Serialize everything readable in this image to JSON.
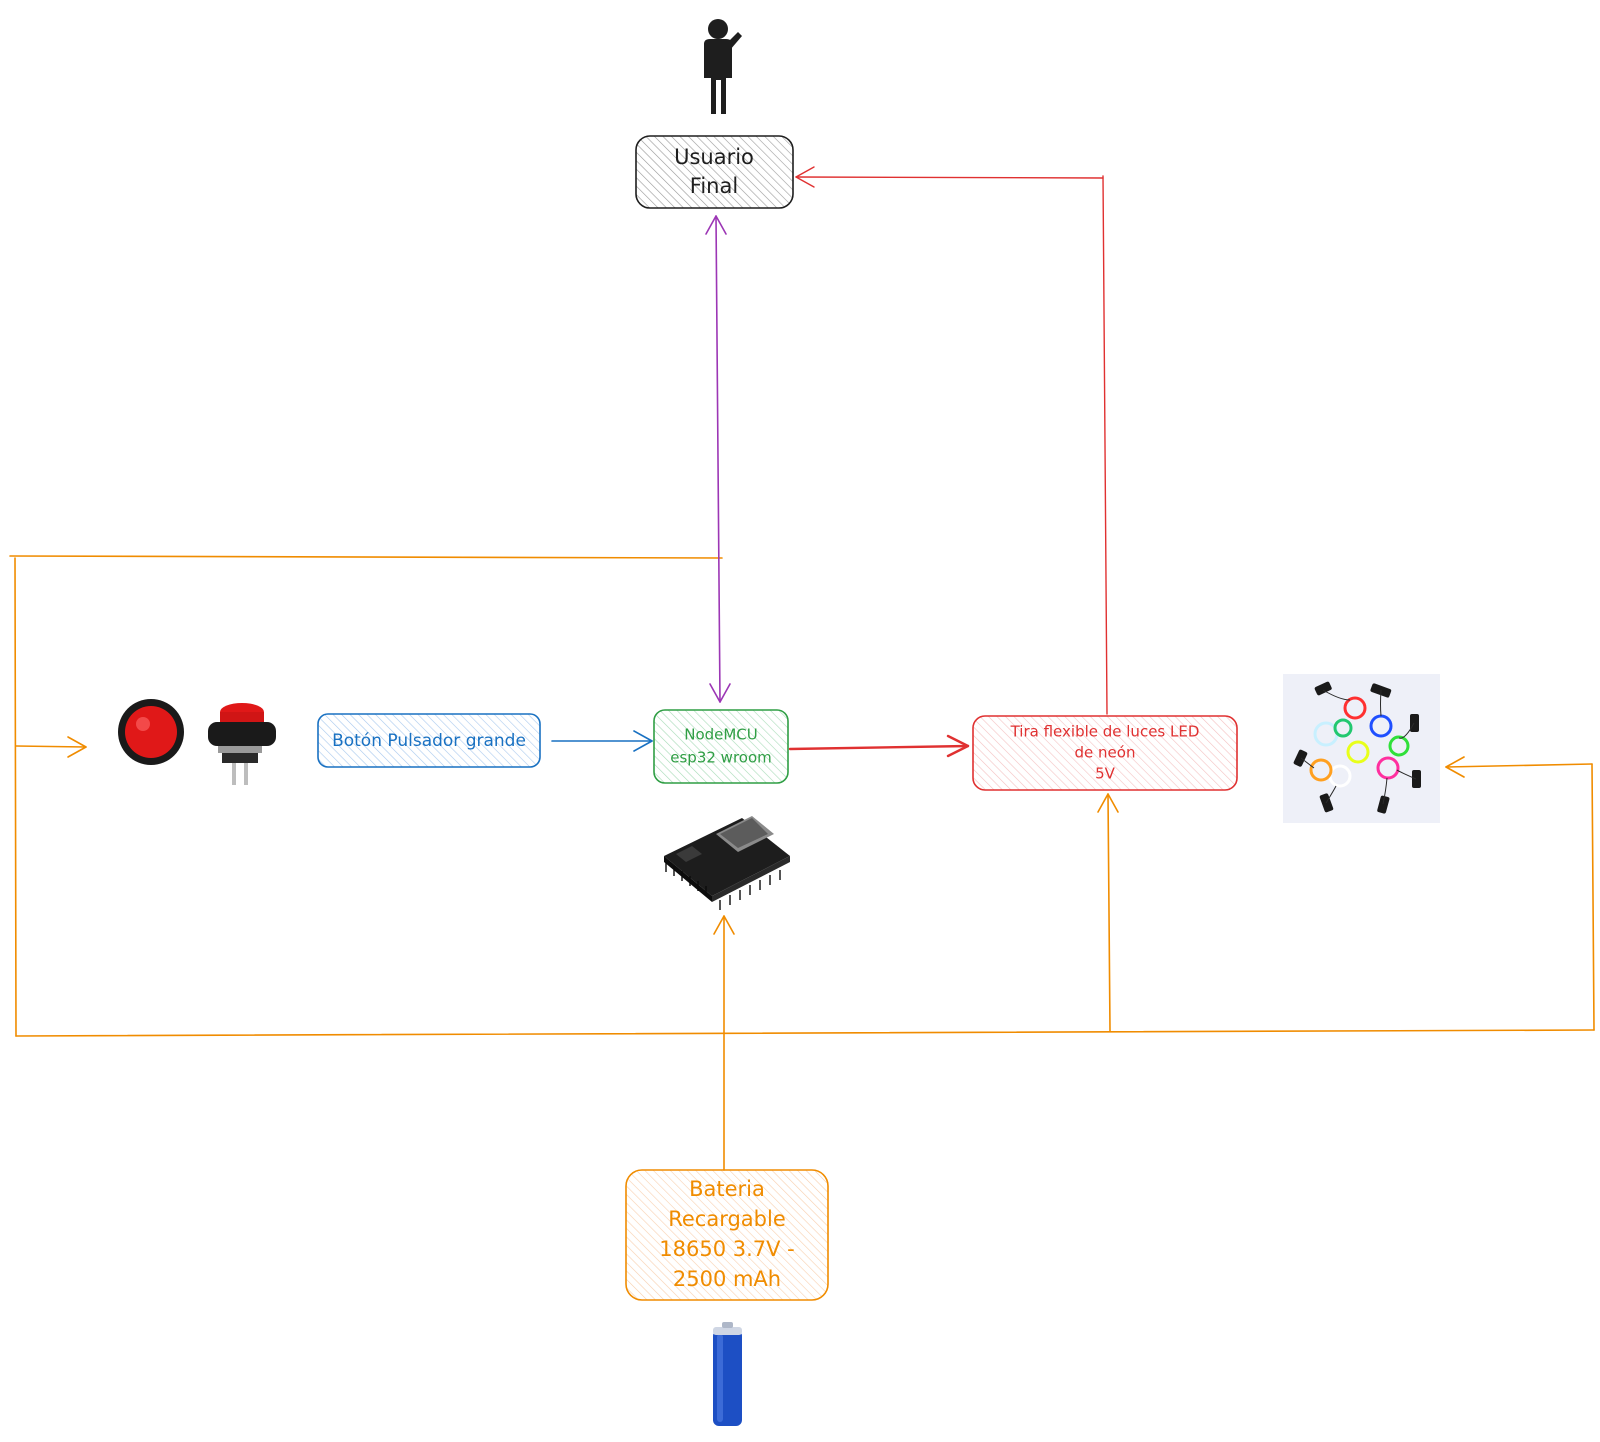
{
  "diagram": {
    "nodes": {
      "usuario": {
        "lines": [
          "Usuario",
          "Final"
        ],
        "color": "#1e1e1e",
        "fill": "#d9d9d9"
      },
      "boton": {
        "lines": [
          "Botón Pulsador grande"
        ],
        "color": "#1971c2",
        "fill": "#d0e4f7"
      },
      "nodemcu": {
        "lines": [
          "NodeMCU",
          "esp32 wroom"
        ],
        "color": "#2f9e44",
        "fill": "#cfeedd"
      },
      "tira": {
        "lines": [
          "Tira flexible de luces LED",
          "de neón",
          "5V"
        ],
        "color": "#e03131",
        "fill": "#fbe0e0"
      },
      "bateria": {
        "lines": [
          "Bateria",
          "Recargable",
          "18650 3.7V -",
          "2500 mAh"
        ],
        "color": "#f08c00",
        "fill": "#fde7d3"
      }
    },
    "images": {
      "user_figure": "person-icon",
      "push_button": "red-push-button-image",
      "esp32_board": "esp32-board-image",
      "led_strips": "el-wire-led-strips-image",
      "battery": "18650-battery-image"
    },
    "edge_colors": {
      "power": "#f08c00",
      "signal": "#1971c2",
      "user": "#9c36b5",
      "light": "#e03131"
    }
  }
}
